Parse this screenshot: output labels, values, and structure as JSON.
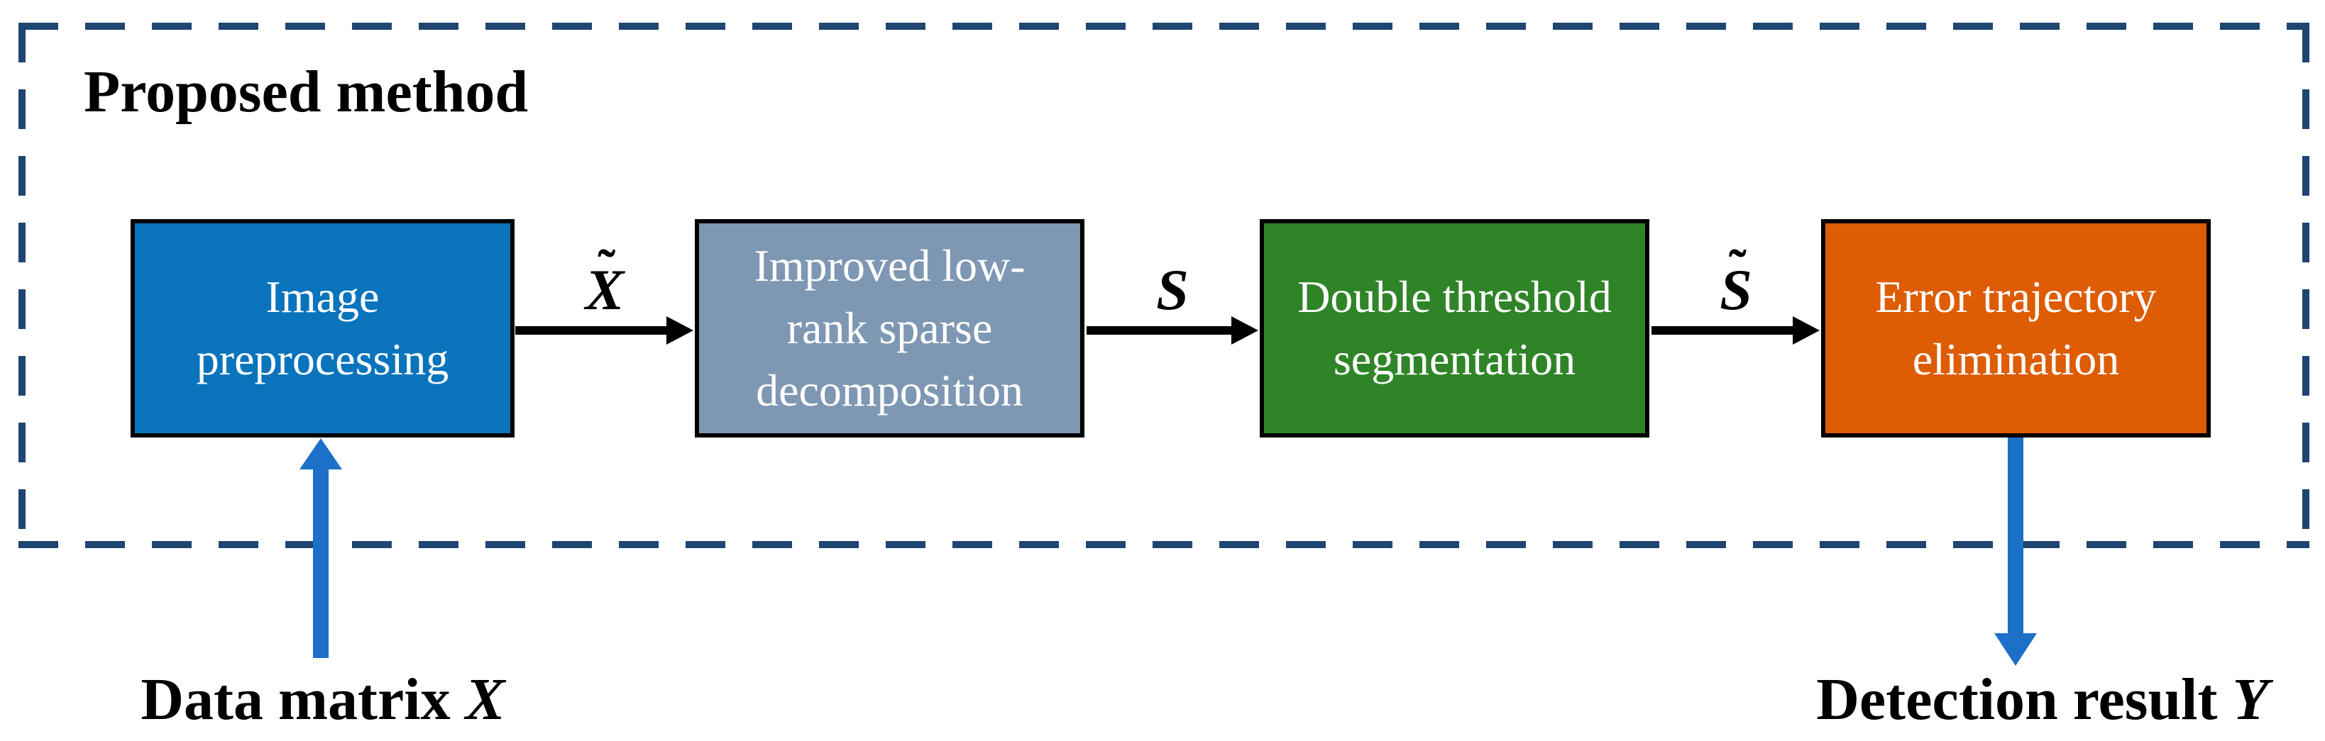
{
  "title": "Proposed method",
  "colors": {
    "box_blue": "#0974BC",
    "box_gray_blue": "#7E97B3",
    "box_green": "#2F8428",
    "box_orange": "#DD5C04",
    "dashed_frame": "#1F4571",
    "flow_arrow": "#000000",
    "io_arrow_blue": "#1C70C8",
    "box_text": "#FFFFFF"
  },
  "boxes": [
    {
      "name": "image-preprocessing",
      "label": "Image\npreprocessing",
      "fill": "#0974BC"
    },
    {
      "name": "improved-low-rank-sparse-decomposition",
      "label": "Improved low-\nrank sparse\ndecomposition",
      "fill": "#7E97B3"
    },
    {
      "name": "double-threshold-segmentation",
      "label": "Double threshold\nsegmentation",
      "fill": "#2F8428"
    },
    {
      "name": "error-trajectory-elimination",
      "label": "Error trajectory\nelimination",
      "fill": "#DD5C04"
    }
  ],
  "flow_labels": [
    {
      "accent": "˜",
      "base": "X"
    },
    {
      "accent": "",
      "base": "S"
    },
    {
      "accent": "˜",
      "base": "S"
    }
  ],
  "input_label": {
    "text": "Data matrix ",
    "symbol": "X"
  },
  "output_label": {
    "text": "Detection result ",
    "symbol": "Y"
  }
}
